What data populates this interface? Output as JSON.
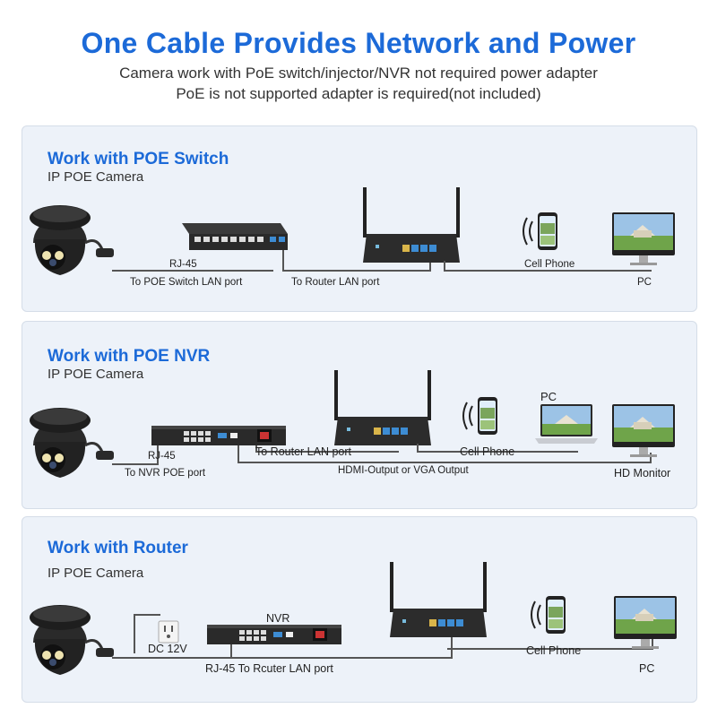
{
  "header": {
    "title": "One Cable Provides Network and Power",
    "subtitle_line1": "Camera work with PoE switch/injector/NVR not required power adapter",
    "subtitle_line2": "PoE is not supported adapter is required(not included)"
  },
  "panel1": {
    "title": "Work with POE Switch",
    "camera_label": "IP POE Camera",
    "rj45": "RJ-45",
    "to_switch": "To POE Switch LAN port",
    "to_router": "To Router LAN port",
    "cell_phone": "Cell Phone",
    "pc": "PC"
  },
  "panel2": {
    "title": "Work with POE NVR",
    "camera_label": "IP POE Camera",
    "rj45": "RJ-45",
    "to_nvr": "To NVR POE port",
    "to_router": "To Router LAN port",
    "hdmi": "HDMI-Output or VGA Output",
    "cell_phone": "Cell Phone",
    "pc": "PC",
    "hd_monitor": "HD Monitor"
  },
  "panel3": {
    "title": "Work with Router",
    "camera_label": "IP POE Camera",
    "dc": "DC 12V",
    "nvr": "NVR",
    "rj45_router": "RJ-45 To Rcuter LAN port",
    "cell_phone": "Cell Phone",
    "pc": "PC"
  },
  "colors": {
    "accent": "#1c6ad8",
    "panel_bg": "#edf2f9",
    "device": "#2b2b2b"
  }
}
